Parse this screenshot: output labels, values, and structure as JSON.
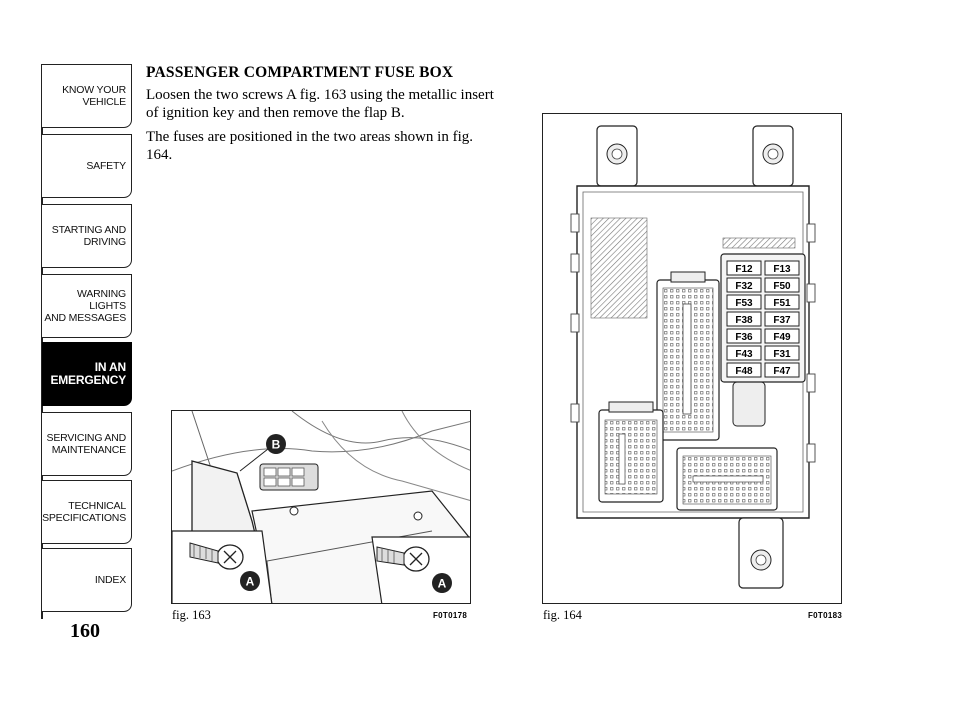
{
  "sidebar": {
    "tabs": [
      {
        "label": "KNOW YOUR\nVEHICLE",
        "active": false
      },
      {
        "label": "SAFETY",
        "active": false
      },
      {
        "label": "STARTING AND\nDRIVING",
        "active": false
      },
      {
        "label": "WARNING LIGHTS\nAND MESSAGES",
        "active": false
      },
      {
        "label": "IN AN\nEMERGENCY",
        "active": true
      },
      {
        "label": "SERVICING AND\nMAINTENANCE",
        "active": false
      },
      {
        "label": "TECHNICAL\nSPECIFICATIONS",
        "active": false
      },
      {
        "label": "INDEX",
        "active": false
      }
    ]
  },
  "page_number": "160",
  "content": {
    "title": "PASSENGER COMPARTMENT FUSE BOX",
    "paragraph1": "Loosen the two screws A fig. 163 using the metallic insert of ignition key and then remove the flap B.",
    "paragraph2": "The fuses are positioned in the two areas shown in fig. 164."
  },
  "figures": {
    "fig163": {
      "caption": "fig. 163",
      "code": "F0T0178",
      "callouts": {
        "a_left": "A",
        "a_right": "A",
        "b": "B"
      }
    },
    "fig164": {
      "caption": "fig. 164",
      "code": "F0T0183",
      "fuses_left": [
        "F12",
        "F32",
        "F53",
        "F38",
        "F36",
        "F43",
        "F48"
      ],
      "fuses_right": [
        "F13",
        "F50",
        "F51",
        "F37",
        "F49",
        "F31",
        "F47"
      ]
    }
  }
}
